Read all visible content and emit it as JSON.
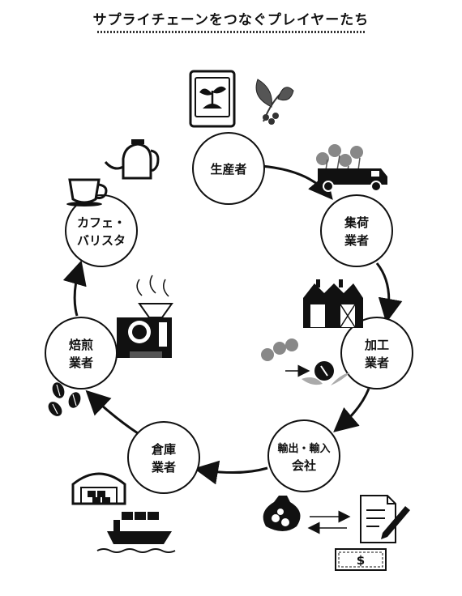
{
  "title": "サプライチェーンをつなぐプレイヤーたち",
  "nodes": {
    "producer": {
      "lines": [
        "生産者"
      ]
    },
    "collector": {
      "lines": [
        "集荷",
        "業者"
      ]
    },
    "processor": {
      "lines": [
        "加工",
        "業者"
      ]
    },
    "trader": {
      "lines": [
        "輸出・輸入",
        "会社"
      ]
    },
    "warehouse": {
      "lines": [
        "倉庫",
        "業者"
      ]
    },
    "roaster": {
      "lines": [
        "焙煎",
        "業者"
      ]
    },
    "cafe": {
      "lines": [
        "カフェ・",
        "バリスタ"
      ]
    }
  },
  "currency_symbol": "$",
  "icons": [
    "seed-bag-icon",
    "coffee-branch-icon",
    "truck-icon",
    "factory-icon",
    "cherries-to-bean-icon",
    "money-bag-icon",
    "contract-icon",
    "banknote-icon",
    "warehouse-icon",
    "cargo-ship-icon",
    "roaster-icon",
    "beans-icon",
    "coffee-cup-icon",
    "kettle-icon"
  ]
}
